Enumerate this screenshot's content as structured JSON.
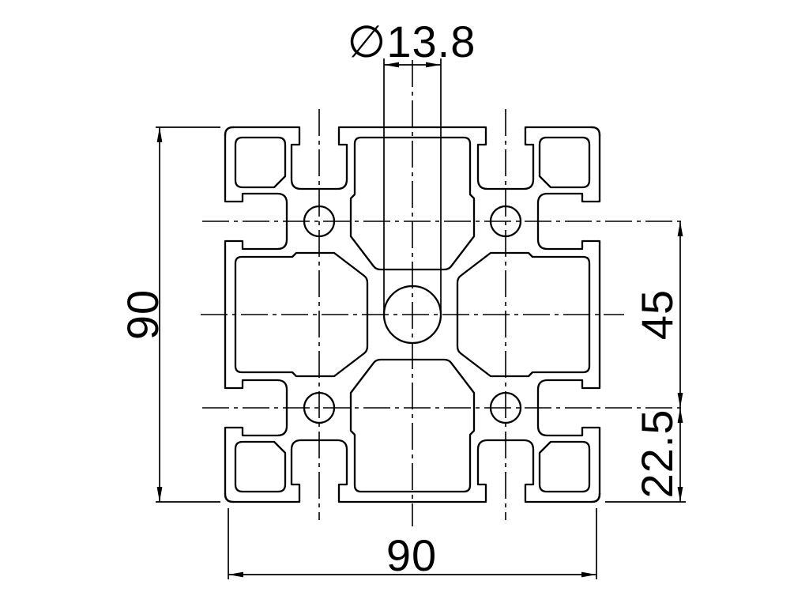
{
  "drawing": {
    "background_color": "#ffffff",
    "line_color": "#000000",
    "dimensions": {
      "hole_diameter": {
        "label": "∅13.8"
      },
      "overall_height": {
        "label": "90"
      },
      "overall_width": {
        "label": "90"
      },
      "slot_center_spacing": {
        "label": "45"
      },
      "edge_to_slot_center": {
        "label": "22.5"
      }
    }
  }
}
